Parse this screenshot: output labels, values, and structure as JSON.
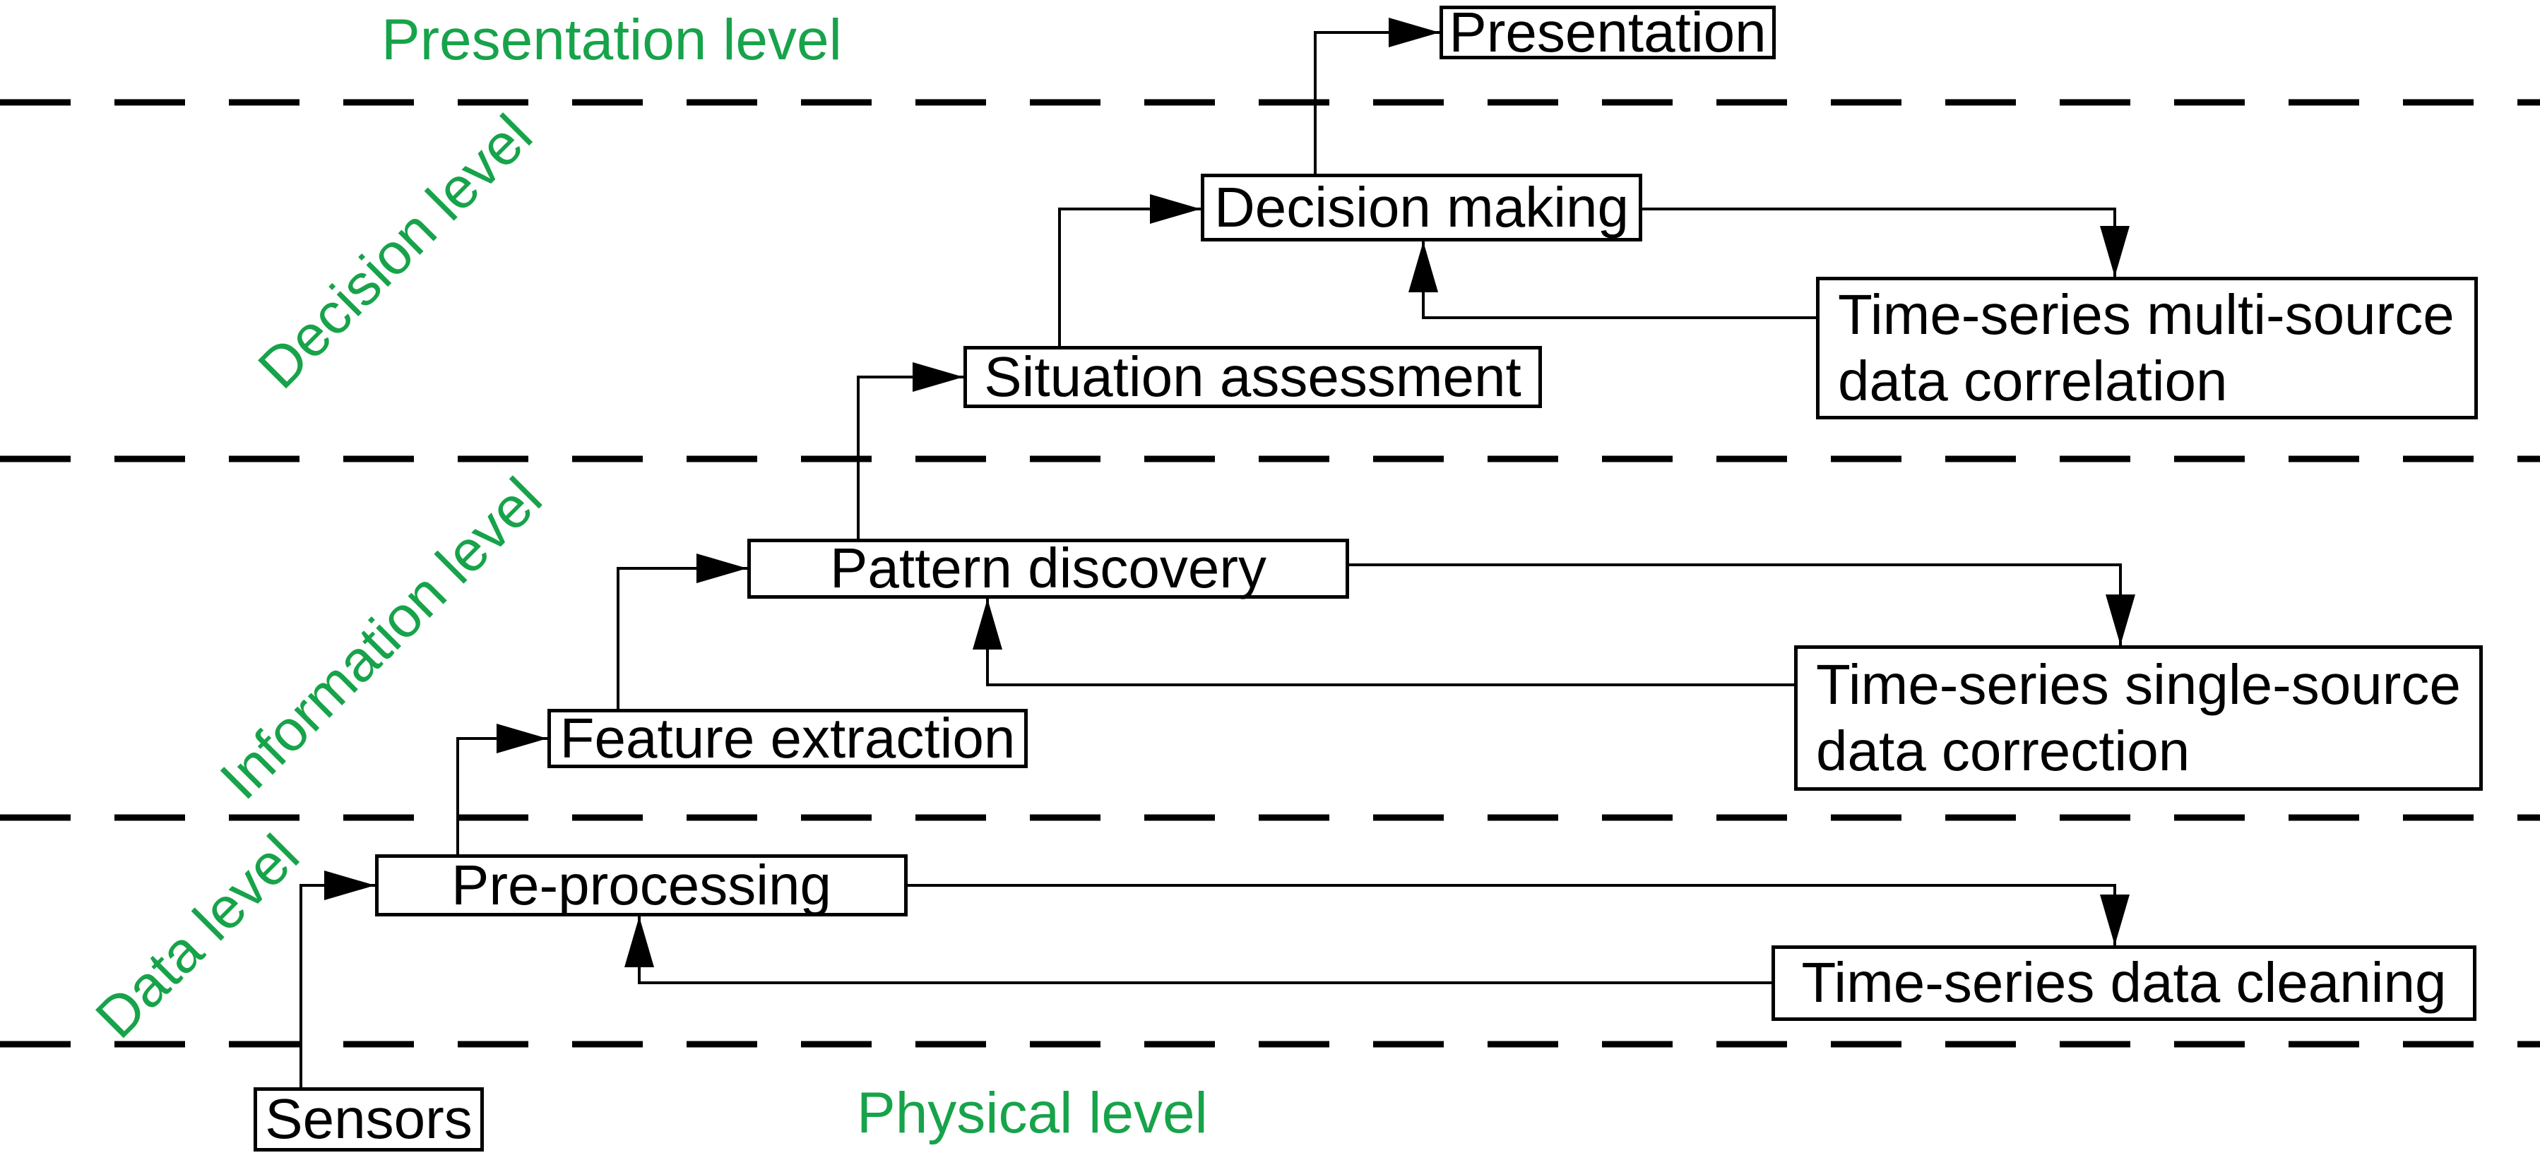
{
  "levels": [
    {
      "id": "presentation-level",
      "label": "Presentation level"
    },
    {
      "id": "decision-level",
      "label": "Decision level"
    },
    {
      "id": "information-level",
      "label": "Information level"
    },
    {
      "id": "data-level",
      "label": "Data level"
    },
    {
      "id": "physical-level",
      "label": "Physical level"
    }
  ],
  "nodes": [
    {
      "id": "presentation",
      "label": "Presentation",
      "level": "presentation-level"
    },
    {
      "id": "decision-making",
      "label": "Decision making",
      "level": "decision-level"
    },
    {
      "id": "situation-assessment",
      "label": "Situation assessment",
      "level": "decision-level"
    },
    {
      "id": "ts-multi-source-correlation",
      "label": "Time-series multi-source data correlation",
      "level": "decision-level"
    },
    {
      "id": "pattern-discovery",
      "label": "Pattern discovery",
      "level": "information-level"
    },
    {
      "id": "ts-single-source-correction",
      "label": "Time-series single-source data correction",
      "level": "information-level"
    },
    {
      "id": "feature-extraction",
      "label": "Feature extraction",
      "level": "information-level"
    },
    {
      "id": "pre-processing",
      "label": "Pre-processing",
      "level": "data-level"
    },
    {
      "id": "ts-data-cleaning",
      "label": "Time-series data cleaning",
      "level": "data-level"
    },
    {
      "id": "sensors",
      "label": "Sensors",
      "level": "physical-level"
    }
  ],
  "edges": [
    {
      "from": "sensors",
      "to": "pre-processing"
    },
    {
      "from": "pre-processing",
      "to": "feature-extraction"
    },
    {
      "from": "pre-processing",
      "to": "ts-data-cleaning"
    },
    {
      "from": "ts-data-cleaning",
      "to": "pre-processing"
    },
    {
      "from": "feature-extraction",
      "to": "pattern-discovery"
    },
    {
      "from": "pattern-discovery",
      "to": "situation-assessment"
    },
    {
      "from": "pattern-discovery",
      "to": "ts-single-source-correction"
    },
    {
      "from": "ts-single-source-correction",
      "to": "pattern-discovery"
    },
    {
      "from": "situation-assessment",
      "to": "decision-making"
    },
    {
      "from": "decision-making",
      "to": "ts-multi-source-correlation"
    },
    {
      "from": "ts-multi-source-correlation",
      "to": "decision-making"
    },
    {
      "from": "decision-making",
      "to": "presentation"
    }
  ],
  "colors": {
    "level_label": "#17a34a",
    "line": "#000000",
    "box_border": "#000000",
    "background": "#ffffff"
  }
}
